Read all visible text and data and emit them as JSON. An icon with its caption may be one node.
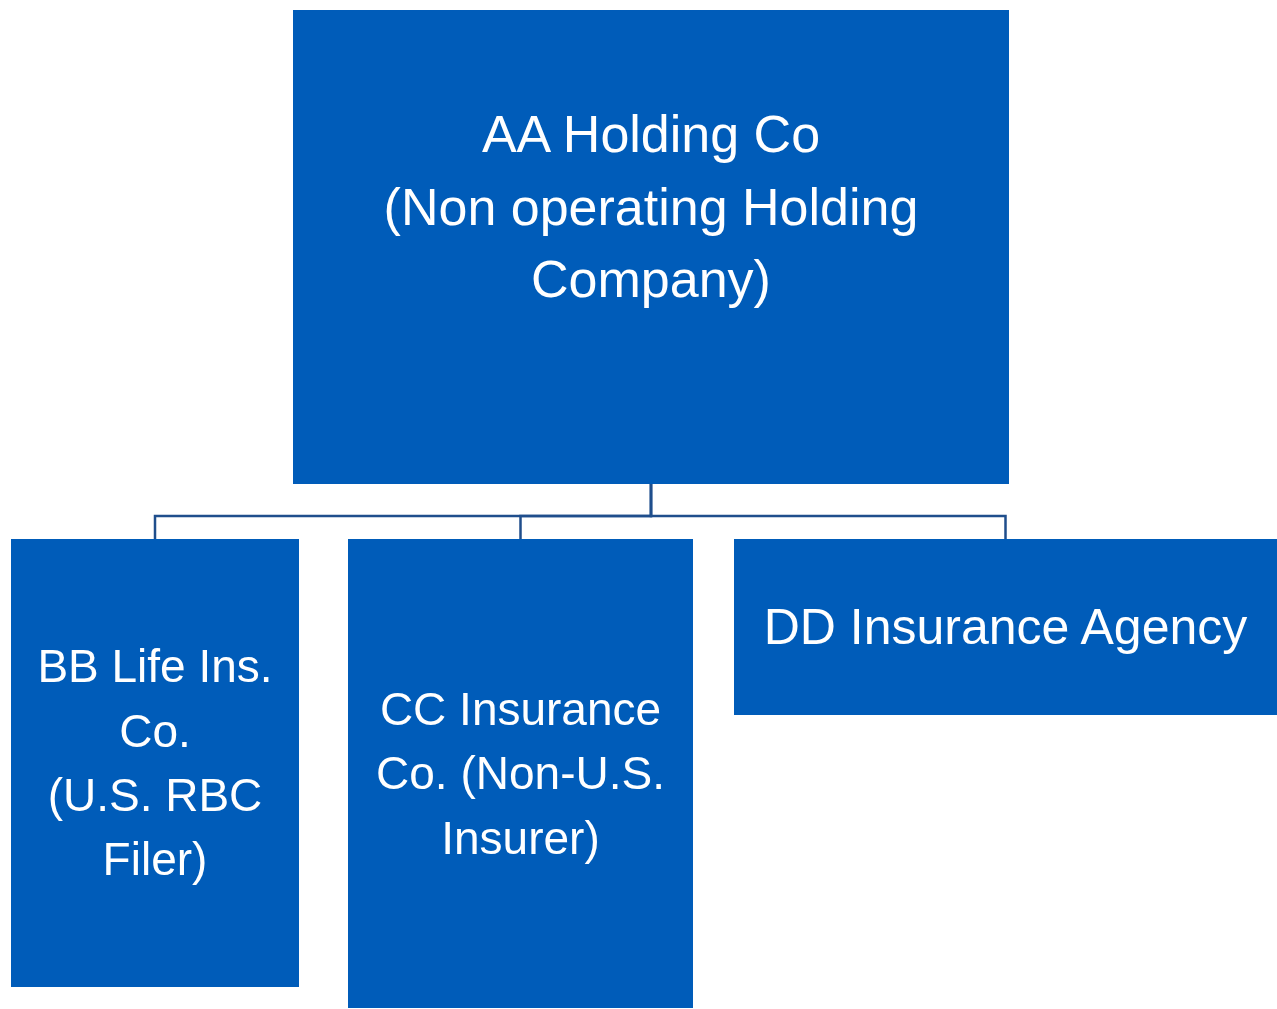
{
  "diagram": {
    "nodes": [
      {
        "text": [
          "AA Holding Co",
          "(Non operating Holding Company)"
        ]
      },
      {
        "text": [
          "BB Life Ins. Co.",
          "(U.S. RBC Filer)"
        ]
      },
      {
        "text": [
          "CC Insurance Co. (Non-U.S. Insurer)"
        ]
      },
      {
        "text": [
          "DD Insurance Agency"
        ]
      }
    ],
    "edges": [
      {
        "from": 0,
        "to": 1,
        "arrow": "none"
      },
      {
        "from": 0,
        "to": 2,
        "arrow": "none"
      },
      {
        "from": 0,
        "to": 3,
        "arrow": "none"
      }
    ]
  }
}
